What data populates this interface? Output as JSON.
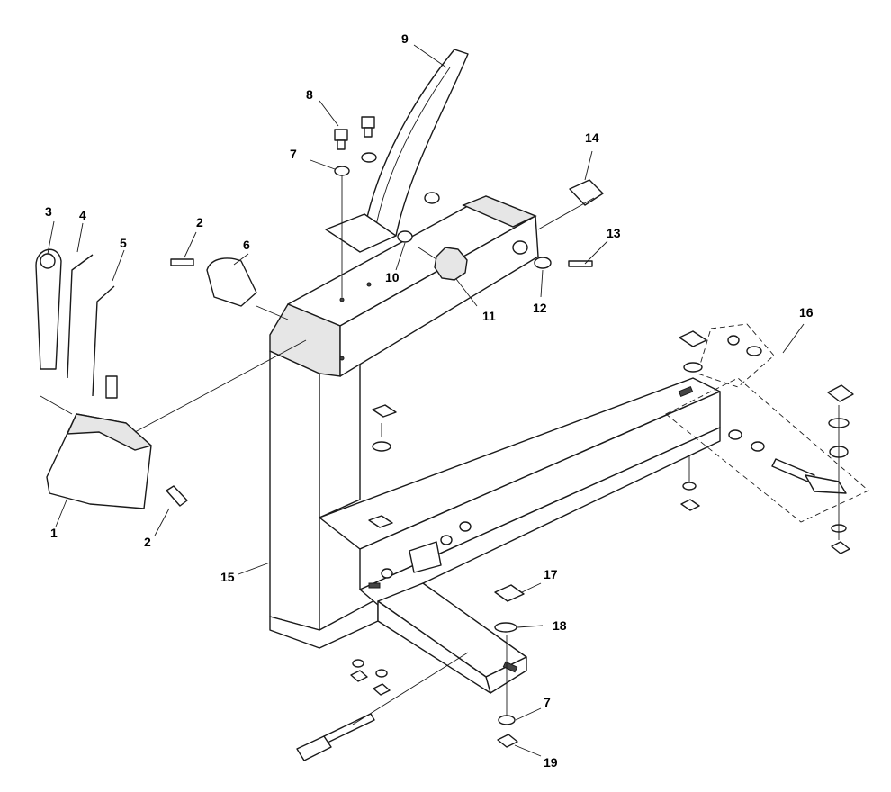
{
  "diagram": {
    "callouts": [
      {
        "id": "c1",
        "text": "1"
      },
      {
        "id": "c2a",
        "text": "2"
      },
      {
        "id": "c2b",
        "text": "2"
      },
      {
        "id": "c3",
        "text": "3"
      },
      {
        "id": "c4",
        "text": "4"
      },
      {
        "id": "c5",
        "text": "5"
      },
      {
        "id": "c6",
        "text": "6"
      },
      {
        "id": "c7a",
        "text": "7"
      },
      {
        "id": "c7b",
        "text": "7"
      },
      {
        "id": "c8",
        "text": "8"
      },
      {
        "id": "c9",
        "text": "9"
      },
      {
        "id": "c10",
        "text": "10"
      },
      {
        "id": "c11",
        "text": "11"
      },
      {
        "id": "c12",
        "text": "12"
      },
      {
        "id": "c13",
        "text": "13"
      },
      {
        "id": "c14",
        "text": "14"
      },
      {
        "id": "c15",
        "text": "15"
      },
      {
        "id": "c16",
        "text": "16"
      },
      {
        "id": "c17",
        "text": "17"
      },
      {
        "id": "c18",
        "text": "18"
      },
      {
        "id": "c19",
        "text": "19"
      }
    ]
  }
}
